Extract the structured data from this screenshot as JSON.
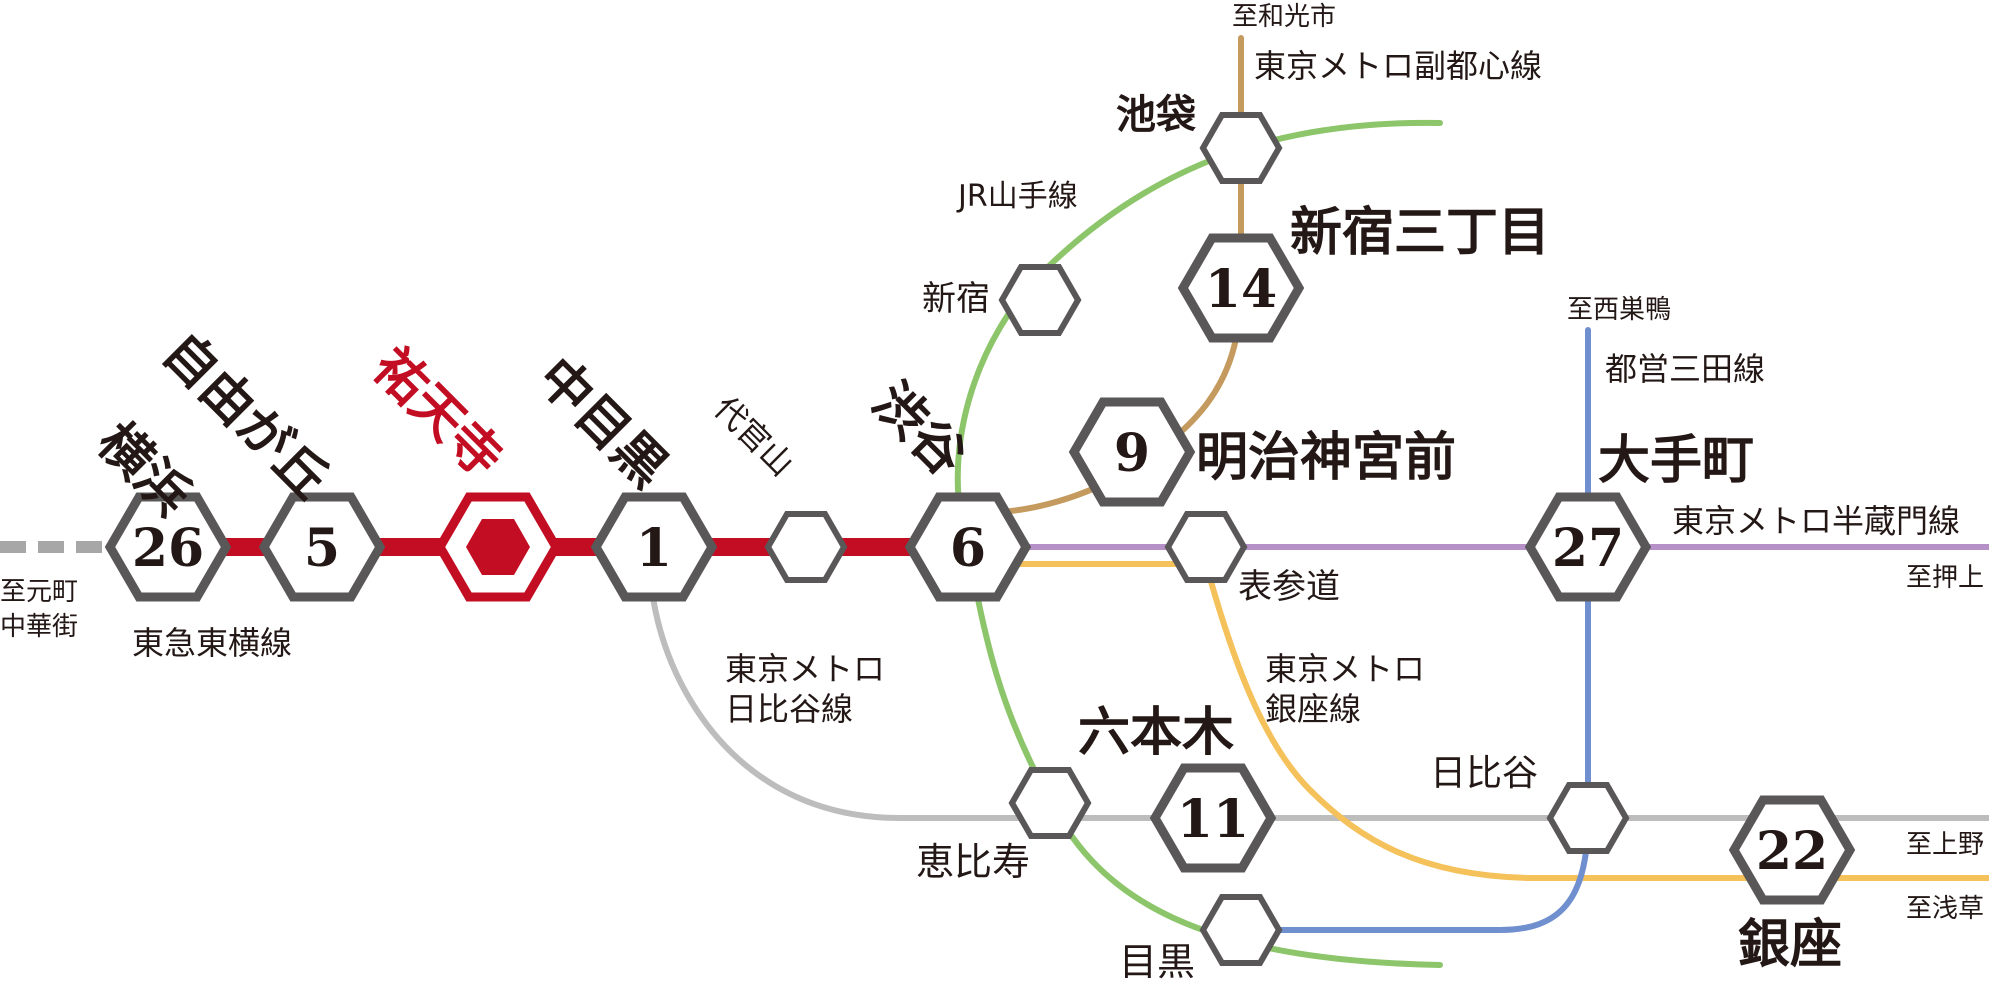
{
  "colors": {
    "tokyu_toyoko": "#c30d23",
    "yamanote": "#8cc56a",
    "fukutoshin": "#c49a5e",
    "hibiya": "#bdbdbd",
    "ginza": "#f5c15b",
    "hanzomon": "#b591c8",
    "mita": "#6f8fcf",
    "minatomirai": "#a7a7a7",
    "hex_border": "#595757",
    "highlight": "#c30d23",
    "text": "#231815"
  },
  "stations": {
    "yokohama": {
      "name": "横浜",
      "minutes": "26"
    },
    "jiyugaoka": {
      "name": "自由が丘",
      "minutes": "5"
    },
    "yutenji": {
      "name": "祐天寺"
    },
    "nakameguro": {
      "name": "中目黒",
      "minutes": "1"
    },
    "daikanyama": {
      "name": "代官山"
    },
    "shibuya": {
      "name": "渋谷",
      "minutes": "6"
    },
    "shinjuku": {
      "name": "新宿"
    },
    "ikebukuro": {
      "name": "池袋"
    },
    "shinjuku_sanchome": {
      "name": "新宿三丁目",
      "minutes": "14"
    },
    "meiji_jingumae": {
      "name": "明治神宮前",
      "minutes": "9"
    },
    "omotesando": {
      "name": "表参道"
    },
    "otemachi": {
      "name": "大手町",
      "minutes": "27"
    },
    "roppongi": {
      "name": "六本木",
      "minutes": "11"
    },
    "ebisu": {
      "name": "恵比寿"
    },
    "hibiya": {
      "name": "日比谷"
    },
    "ginza": {
      "name": "銀座",
      "minutes": "22"
    },
    "meguro": {
      "name": "目黒"
    }
  },
  "lines": {
    "tokyu_toyoko": "東急東横線",
    "yamanote": "JR山手線",
    "fukutoshin": "東京メトロ副都心線",
    "mita": "都営三田線",
    "hanzomon": "東京メトロ半蔵門線",
    "hibiya_1": "東京メトロ",
    "hibiya_2": "日比谷線",
    "ginza_1": "東京メトロ",
    "ginza_2": "銀座線"
  },
  "directions": {
    "motomachi_1": "至元町",
    "motomachi_2": "中華街",
    "wakoshi": "至和光市",
    "nishisugamo": "至西巣鴨",
    "oshiage": "至押上",
    "ueno": "至上野",
    "asakusa": "至浅草"
  }
}
